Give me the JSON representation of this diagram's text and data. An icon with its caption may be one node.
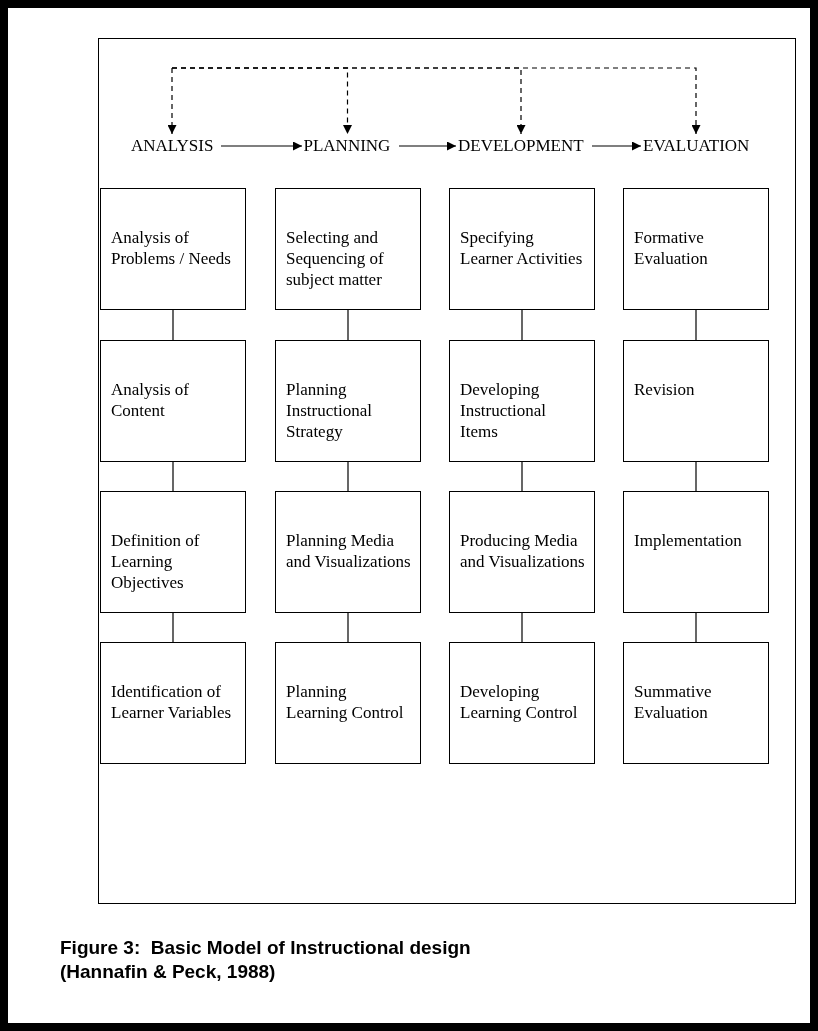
{
  "diagram": {
    "caption": "Figure 3:  Basic Model of Instructional design (Hannafin & Peck, 1988)",
    "nodes": [
      {
        "text": [
          "ANALYSIS"
        ]
      },
      {
        "text": [
          "PLANNING"
        ]
      },
      {
        "text": [
          "DEVELOPMENT"
        ]
      },
      {
        "text": [
          "EVALUATION"
        ]
      },
      {
        "text": [
          "Analysis of Problems / Needs"
        ]
      },
      {
        "text": [
          "Analysis of Content"
        ]
      },
      {
        "text": [
          "Definition of Learning Objectives"
        ]
      },
      {
        "text": [
          "Identification of Learner Variables"
        ]
      },
      {
        "text": [
          "Selecting and Sequencing of subject matter"
        ]
      },
      {
        "text": [
          "Planning Instructional Strategy"
        ]
      },
      {
        "text": [
          "Planning Media and Visualizations"
        ]
      },
      {
        "text": [
          "Planning Learning Control"
        ]
      },
      {
        "text": [
          "Specifying Learner Activities"
        ]
      },
      {
        "text": [
          "Developing Instructional Items"
        ]
      },
      {
        "text": [
          "Producing Media and Visualizations"
        ]
      },
      {
        "text": [
          "Developing Learning Control"
        ]
      },
      {
        "text": [
          "Formative Evaluation"
        ]
      },
      {
        "text": [
          "Revision"
        ]
      },
      {
        "text": [
          "Implementation"
        ]
      },
      {
        "text": [
          "Summative Evaluation"
        ]
      }
    ],
    "edges": [
      {
        "from": 0,
        "to": 1,
        "arrow": "to"
      },
      {
        "from": 1,
        "to": 2,
        "arrow": "to"
      },
      {
        "from": 2,
        "to": 3,
        "arrow": "to"
      },
      {
        "from": 4,
        "to": 5,
        "arrow": "none"
      },
      {
        "from": 5,
        "to": 6,
        "arrow": "none"
      },
      {
        "from": 6,
        "to": 7,
        "arrow": "none"
      },
      {
        "from": 8,
        "to": 9,
        "arrow": "none"
      },
      {
        "from": 9,
        "to": 10,
        "arrow": "none"
      },
      {
        "from": 10,
        "to": 11,
        "arrow": "none"
      },
      {
        "from": 12,
        "to": 13,
        "arrow": "none"
      },
      {
        "from": 13,
        "to": 14,
        "arrow": "none"
      },
      {
        "from": 14,
        "to": 15,
        "arrow": "none"
      },
      {
        "from": 16,
        "to": 17,
        "arrow": "none"
      },
      {
        "from": 17,
        "to": 18,
        "arrow": "none"
      },
      {
        "from": 18,
        "to": 19,
        "arrow": "none"
      },
      {
        "from": null,
        "to": 0,
        "arrow": "to",
        "style": "dashed"
      },
      {
        "from": null,
        "to": 1,
        "arrow": "to",
        "style": "dashed"
      },
      {
        "from": null,
        "to": 2,
        "arrow": "to",
        "style": "dashed"
      },
      {
        "from": null,
        "to": 3,
        "arrow": "to",
        "style": "dashed"
      }
    ]
  }
}
